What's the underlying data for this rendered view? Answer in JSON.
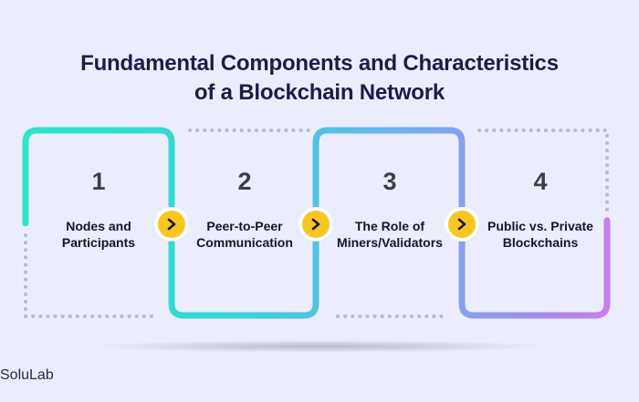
{
  "title": {
    "line1": "Fundamental Components and Characteristics",
    "line2": "of a Blockchain Network"
  },
  "steps": [
    {
      "number": "1",
      "line1": "Nodes and",
      "line2": "Participants"
    },
    {
      "number": "2",
      "line1": "Peer-to-Peer",
      "line2": "Communication"
    },
    {
      "number": "3",
      "line1": "The Role of",
      "line2": "Miners/Validators"
    },
    {
      "number": "4",
      "line1": "Public vs. Private",
      "line2": "Blockchains"
    }
  ],
  "arrows": [
    {
      "icon": "chevron-right-icon"
    },
    {
      "icon": "chevron-right-icon"
    },
    {
      "icon": "chevron-right-icon"
    }
  ],
  "brand": "SoluLab",
  "colors": {
    "background": "#ECEDFC",
    "title": "#1E1B4B",
    "accent_yellow": "#F7C623",
    "dotted": "#B9BCC8",
    "gradient_start": "#2EE6C8",
    "gradient_mid": "#5CB8E8",
    "gradient_end": "#C77BF0"
  }
}
